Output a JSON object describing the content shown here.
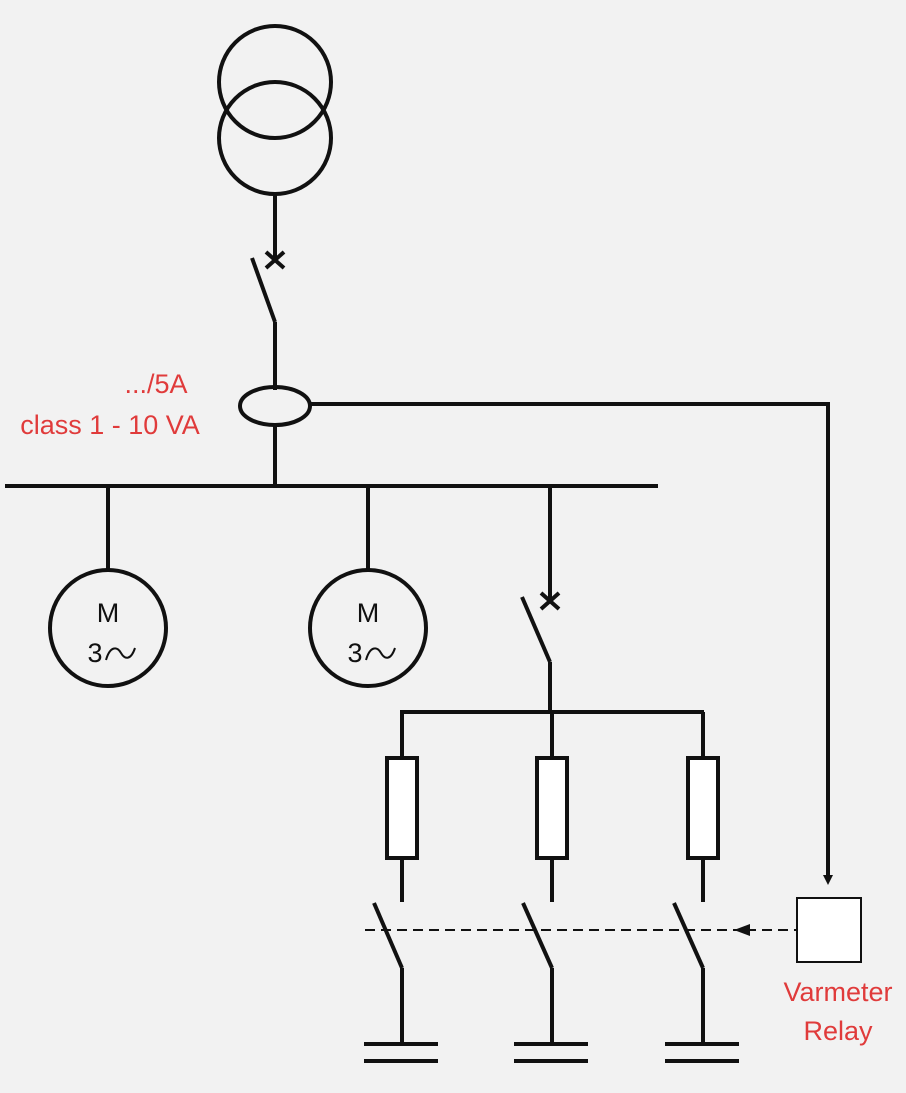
{
  "ct_label": {
    "ratio": ".../5A",
    "spec": "class 1 - 10 VA"
  },
  "motors": [
    {
      "symbol": "M",
      "phase": "3"
    },
    {
      "symbol": "M",
      "phase": "3"
    }
  ],
  "relay_label": {
    "line1": "Varmeter",
    "line2": "Relay"
  },
  "colors": {
    "line": "#111111",
    "label_accent": "#e03b3b",
    "background": "#f2f2f2"
  }
}
